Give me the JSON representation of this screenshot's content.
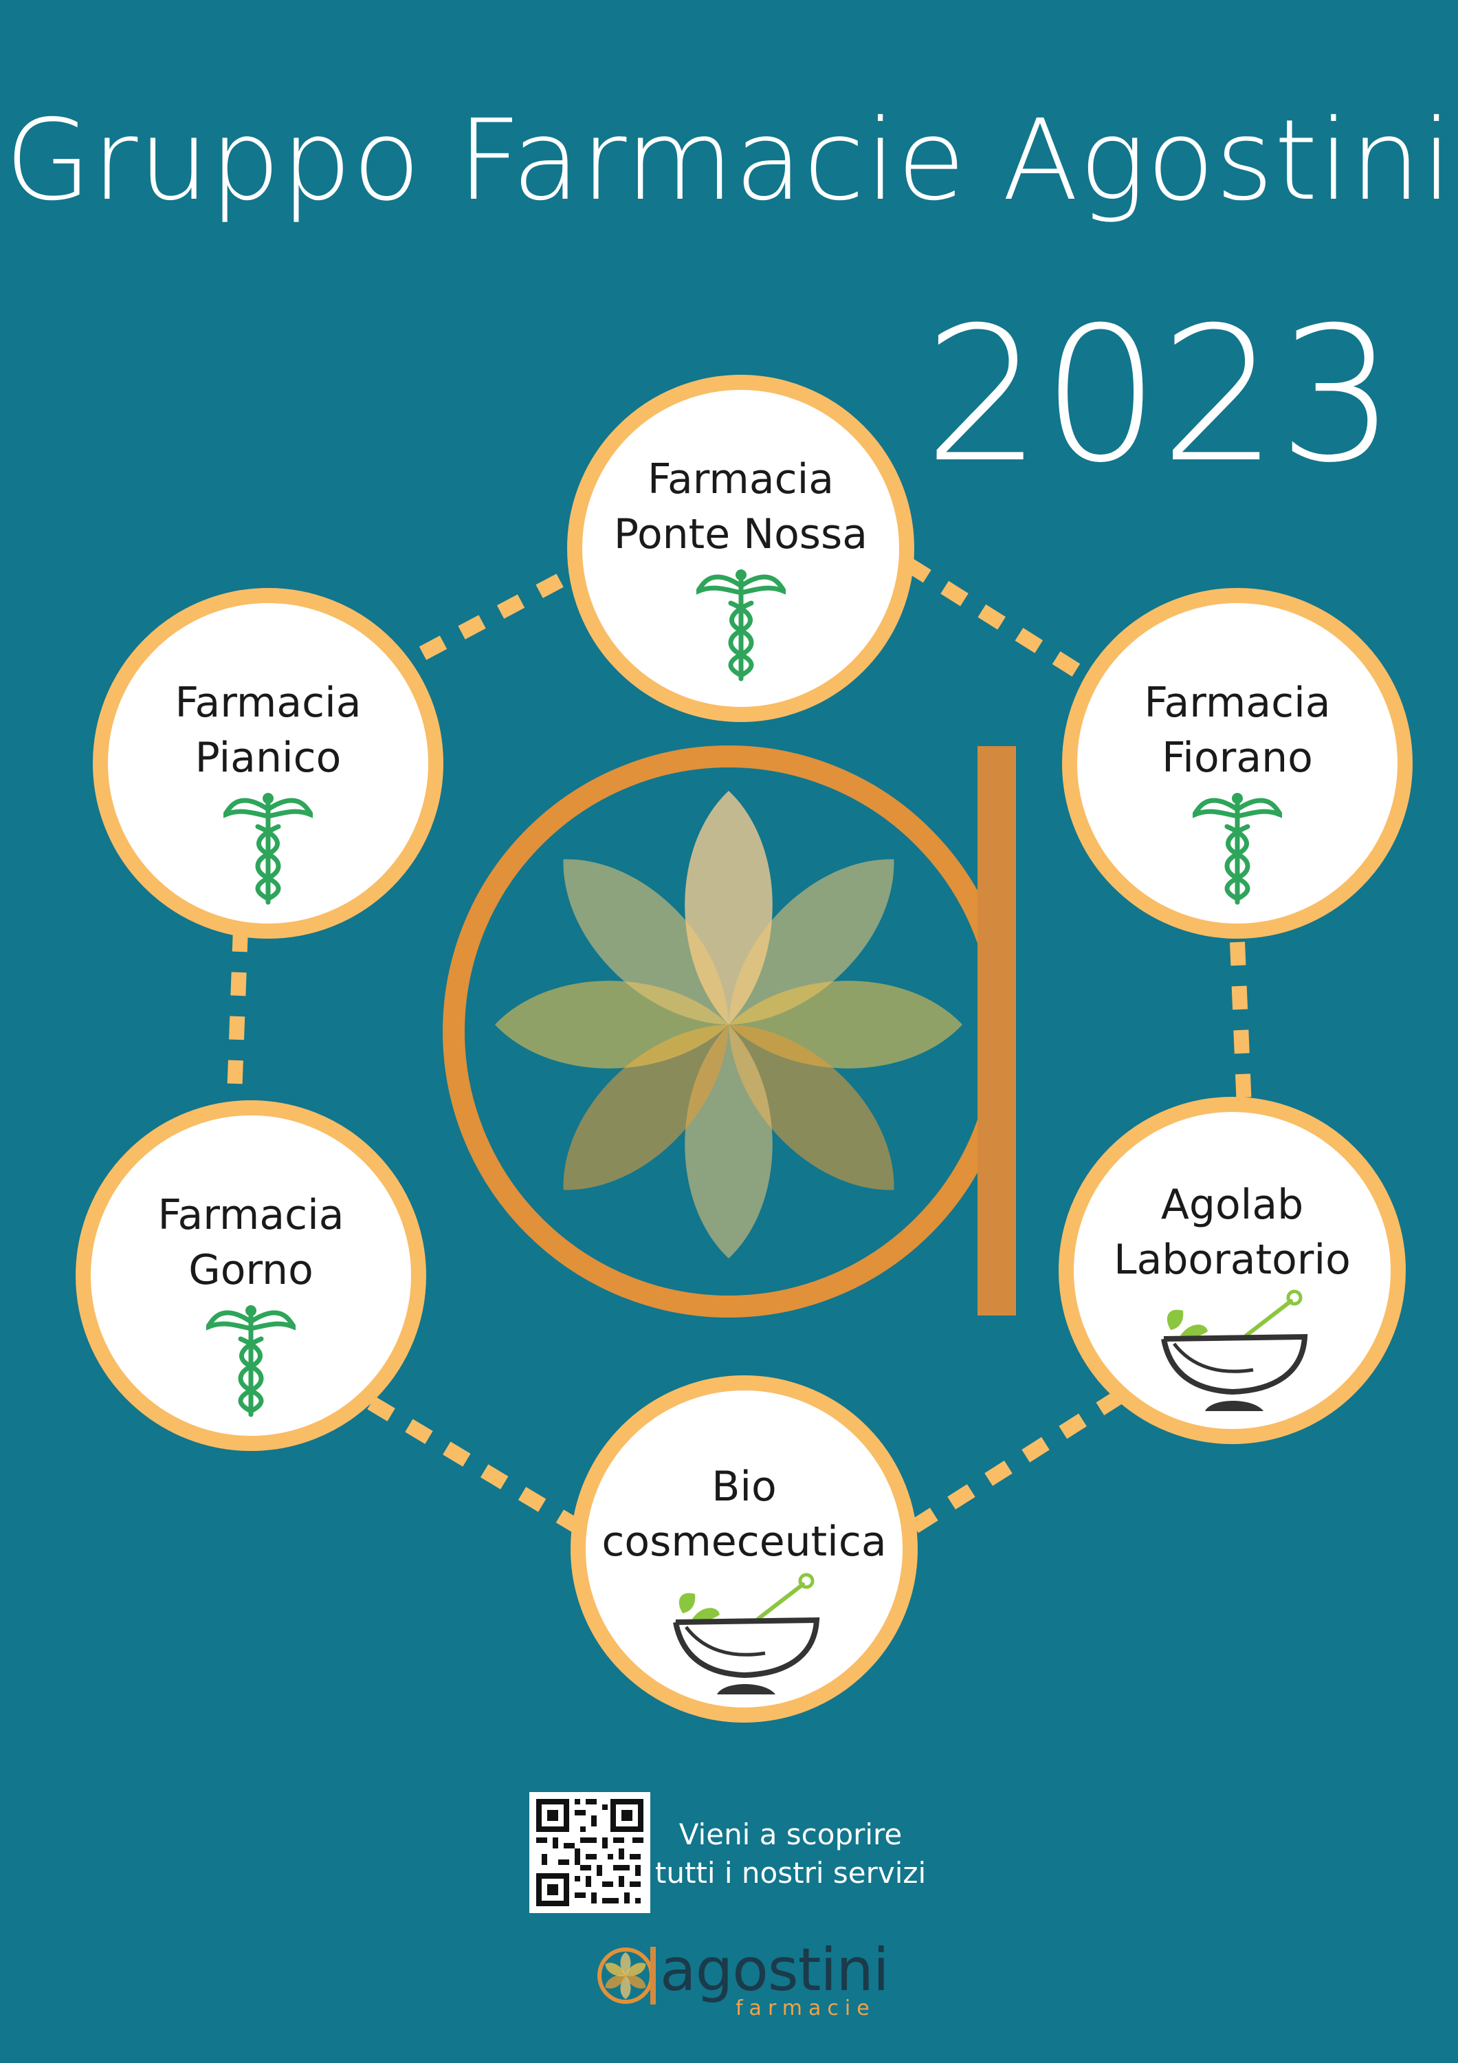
{
  "poster": {
    "title": "Gruppo Farmacie Agostini",
    "year": "2023"
  },
  "nodes": [
    {
      "id": "ponte-nossa",
      "line1": "Farmacia",
      "line2": "Ponte Nossa",
      "icon": "caduceus-icon"
    },
    {
      "id": "pianico",
      "line1": "Farmacia",
      "line2": "Pianico",
      "icon": "caduceus-icon"
    },
    {
      "id": "fiorano",
      "line1": "Farmacia",
      "line2": "Fiorano",
      "icon": "caduceus-icon"
    },
    {
      "id": "gorno",
      "line1": "Farmacia",
      "line2": "Gorno",
      "icon": "caduceus-icon"
    },
    {
      "id": "agolab",
      "line1": "Agolab",
      "line2": "Laboratorio",
      "icon": "mortar-pestle-icon"
    },
    {
      "id": "bio",
      "line1": "Bio",
      "line2": "cosmeceutica",
      "icon": "mortar-pestle-icon"
    }
  ],
  "footer": {
    "cta_line1": "Vieni a scoprire",
    "cta_line2": "tutti i nostri servizi",
    "logo_word": "agostini",
    "logo_sub": "farmacie",
    "qr_icon": "qr-code-icon"
  },
  "colors": {
    "background": "#12768c",
    "ring": "#f9bd66",
    "emblem": "#e0913a",
    "caduceus": "#2ea55a"
  }
}
